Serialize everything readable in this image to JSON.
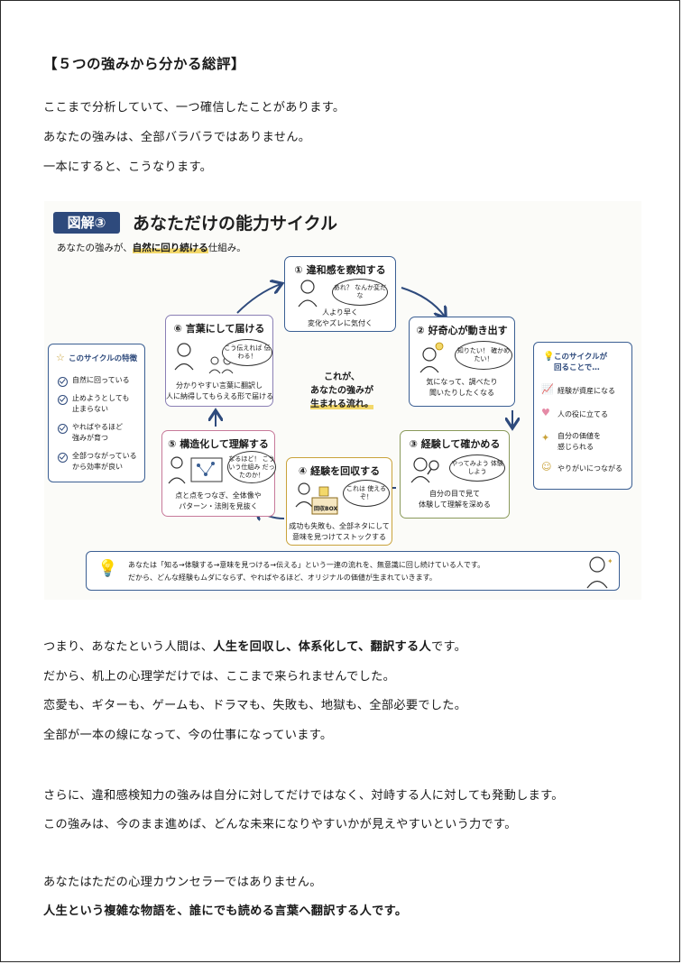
{
  "heading": "【５つの強みから分かる総評】",
  "intro": [
    "ここまで分析していて、一つ確信したことがあります。",
    "あなたの強みは、全部バラバラではありません。",
    "一本にすると、こうなります。"
  ],
  "figure": {
    "badge": "図解③",
    "title": "あなただけの能力サイクル",
    "subtitle_pre": "あなたの強みが、",
    "subtitle_hl": "自然に回り続ける",
    "subtitle_post": "仕組み。",
    "center_line1": "これが、",
    "center_line2": "あなたの強みが",
    "center_line3": "生まれる流れ。",
    "steps": [
      {
        "title": "① 違和感を察知する",
        "bubble": "あれ？ なんか変だな",
        "desc1": "人より早く",
        "desc2": "変化やズレに気付く"
      },
      {
        "title": "② 好奇心が動き出す",
        "bubble": "知りたい！ 確かめたい！",
        "desc1": "気になって、調べたり",
        "desc2": "聞いたりしたくなる"
      },
      {
        "title": "③ 経験して確かめる",
        "bubble": "やってみよう 体験しよう",
        "desc1": "自分の目で見て",
        "desc2": "体験して理解を深める"
      },
      {
        "title": "④ 経験を回収する",
        "bubble": "これは 使えるぞ！",
        "label": "回収BOX",
        "desc1": "成功も失敗も、全部ネタにして",
        "desc2": "意味を見つけてストックする"
      },
      {
        "title": "⑤ 構造化して理解する",
        "bubble": "なるほど！ こういう仕組み だったのか！",
        "desc1": "点と点をつなぎ、全体像や",
        "desc2": "パターン・法則を見抜く"
      },
      {
        "title": "⑥ 言葉にして届ける",
        "bubble": "こう伝えれば 伝わる！",
        "desc1": "分かりやすい言葉に翻訳し",
        "desc2": "人に納得してもらえる形で届ける"
      }
    ],
    "left_panel": {
      "title": "このサイクルの特徴",
      "items": [
        [
          "自然に回っている"
        ],
        [
          "止めようとしても",
          "止まらない"
        ],
        [
          "やればやるほど",
          "強みが育つ"
        ],
        [
          "全部つながっている",
          "から効率が良い"
        ]
      ]
    },
    "right_panel": {
      "title1": "このサイクルが",
      "title2": "回ることで…",
      "items": [
        [
          "経験が資産になる"
        ],
        [
          "人の役に立てる"
        ],
        [
          "自分の価値を",
          "感じられる"
        ],
        [
          "やりがいにつながる"
        ]
      ]
    },
    "bottom_line1": "あなたは「知る→体験する→意味を見つける→伝える」という一連の流れを、無意識に回し続けている人です。",
    "bottom_line2": "だから、どんな経験もムダにならず、やればやるほど、オリジナルの価値が生まれていきます。"
  },
  "body1_pre": "つまり、あなたという人間は、",
  "body1_bold": "人生を回収し、体系化して、翻訳する人",
  "body1_post": "です。",
  "body2": "だから、机上の心理学だけでは、ここまで来られませんでした。",
  "body3": "恋愛も、ギターも、ゲームも、ドラマも、失敗も、地獄も、全部必要でした。",
  "body4": "全部が一本の線になって、今の仕事になっています。",
  "body5": "さらに、違和感検知力の強みは自分に対してだけではなく、対峙する人に対しても発動します。",
  "body6": "この強みは、今のまま進めば、どんな未来になりやすいかが見えやすいという力です。",
  "body7": "あなたはただの心理カウンセラーではありません。",
  "body8": "人生という複雑な物語を、誰にでも読める言葉へ翻訳する人です。",
  "colors": {
    "navy": "#2e4a7c",
    "highlight": "#f3d86a",
    "step1": "#3b5f93",
    "step2": "#3b5f93",
    "step3": "#8a9a5b",
    "step4": "#c9a23a",
    "step5": "#c77a9a",
    "step6": "#8a7fb5"
  }
}
